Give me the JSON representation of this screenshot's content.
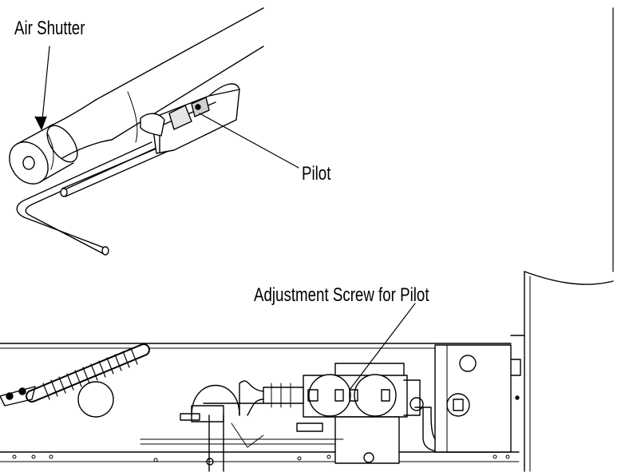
{
  "labels": {
    "air_shutter": "Air Shutter",
    "pilot": "Pilot",
    "adjustment_screw": "Adjustment Screw for Pilot"
  }
}
